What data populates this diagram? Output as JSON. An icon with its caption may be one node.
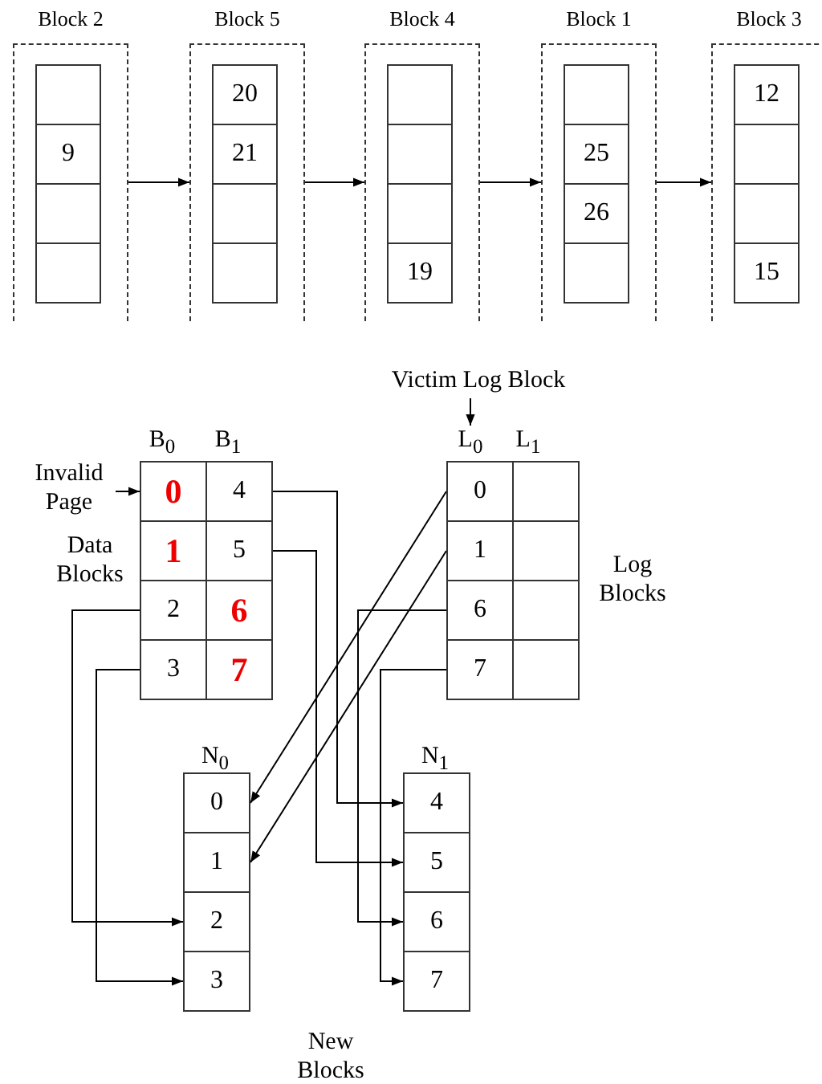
{
  "diagram": {
    "nodes": [
      {
        "text": [
          "Block 2"
        ]
      },
      {
        "text": [],
        "shape": "box",
        "in": 0
      },
      {
        "text": [
          "9"
        ],
        "in": 0
      },
      {
        "text": [],
        "shape": "box",
        "in": 0
      },
      {
        "text": [],
        "shape": "box",
        "in": 0
      },
      {
        "text": [
          "Block 5"
        ]
      },
      {
        "text": [
          "20"
        ],
        "in": 5
      },
      {
        "text": [
          "21"
        ],
        "in": 5
      },
      {
        "text": [],
        "shape": "box",
        "in": 5
      },
      {
        "text": [],
        "shape": "box",
        "in": 5
      },
      {
        "text": [
          "Block 4"
        ]
      },
      {
        "text": [],
        "shape": "box",
        "in": 10
      },
      {
        "text": [],
        "shape": "box",
        "in": 10
      },
      {
        "text": [],
        "shape": "box",
        "in": 10
      },
      {
        "text": [
          "19"
        ],
        "in": 10
      },
      {
        "text": [
          "Block 1"
        ]
      },
      {
        "text": [],
        "shape": "box",
        "in": 15
      },
      {
        "text": [
          "25"
        ],
        "in": 15
      },
      {
        "text": [
          "26"
        ],
        "in": 15
      },
      {
        "text": [],
        "shape": "box",
        "in": 15
      },
      {
        "text": [
          "Block 3"
        ]
      },
      {
        "text": [
          "12"
        ],
        "in": 20
      },
      {
        "text": [],
        "shape": "box",
        "in": 20
      },
      {
        "text": [],
        "shape": "box",
        "in": 20
      },
      {
        "text": [
          "15"
        ],
        "in": 20
      },
      {
        "text": [
          "Victim Log Block"
        ]
      },
      {
        "text": [
          "L$_{0}$"
        ]
      },
      {
        "text": [
          "Invalid Page"
        ]
      },
      {
        "text": [
          "0"
        ]
      },
      {
        "text": [
          "4"
        ]
      },
      {
        "text": [
          "1"
        ]
      },
      {
        "text": [
          "5"
        ]
      },
      {
        "text": [
          "2"
        ]
      },
      {
        "text": [
          "6"
        ]
      },
      {
        "text": [
          "3"
        ]
      },
      {
        "text": [
          "7"
        ]
      },
      {
        "text": [
          "0"
        ]
      },
      {
        "text": [],
        "shape": "box"
      },
      {
        "text": [
          "1"
        ]
      },
      {
        "text": [],
        "shape": "box"
      },
      {
        "text": [
          "6"
        ]
      },
      {
        "text": [],
        "shape": "box"
      },
      {
        "text": [
          "7"
        ]
      },
      {
        "text": [],
        "shape": "box"
      },
      {
        "text": [
          "0"
        ]
      },
      {
        "text": [
          "1"
        ]
      },
      {
        "text": [
          "2"
        ]
      },
      {
        "text": [
          "3"
        ]
      },
      {
        "text": [
          "4"
        ]
      },
      {
        "text": [
          "5"
        ]
      },
      {
        "text": [
          "6"
        ]
      },
      {
        "text": [
          "7"
        ]
      }
    ],
    "edges": [
      {
        "from": 0,
        "to": 5,
        "arrow": "to"
      },
      {
        "from": 5,
        "to": 10,
        "arrow": "to"
      },
      {
        "from": 10,
        "to": 15,
        "arrow": "to"
      },
      {
        "from": 15,
        "to": 20,
        "arrow": "to"
      },
      {
        "from": 25,
        "to": 26,
        "arrow": "to"
      },
      {
        "from": 27,
        "to": 28,
        "arrow": "to"
      },
      {
        "from": 29,
        "to": 48,
        "arrow": "to"
      },
      {
        "from": 31,
        "to": 49,
        "arrow": "to"
      },
      {
        "from": 32,
        "to": 46,
        "arrow": "to"
      },
      {
        "from": 34,
        "to": 47,
        "arrow": "to"
      },
      {
        "from": 36,
        "to": 44,
        "arrow": "to"
      },
      {
        "from": 38,
        "to": 45,
        "arrow": "to"
      },
      {
        "from": 40,
        "to": 50,
        "arrow": "to"
      },
      {
        "from": 42,
        "to": 51,
        "arrow": "to"
      }
    ],
    "labels": [
      "B$_{0}$",
      "B$_{1}$",
      "L$_{1}$",
      "Data Blocks",
      "Log Blocks",
      "N$_{0}$",
      "N$_{1}$",
      "New Blocks"
    ]
  }
}
